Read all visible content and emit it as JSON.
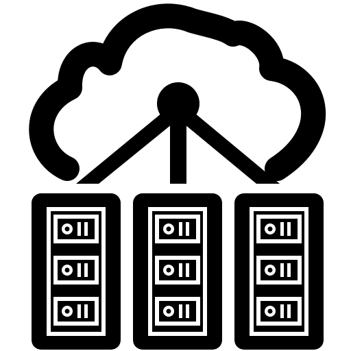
{
  "icon": {
    "name": "cloud-server-network-icon",
    "parts": [
      "cloud-icon",
      "network-hub-icon",
      "server-rack-icon"
    ]
  },
  "servers": [
    {
      "units": 3
    },
    {
      "units": 3
    },
    {
      "units": 3
    }
  ],
  "colors": {
    "foreground": "#000000",
    "background": "#ffffff"
  }
}
